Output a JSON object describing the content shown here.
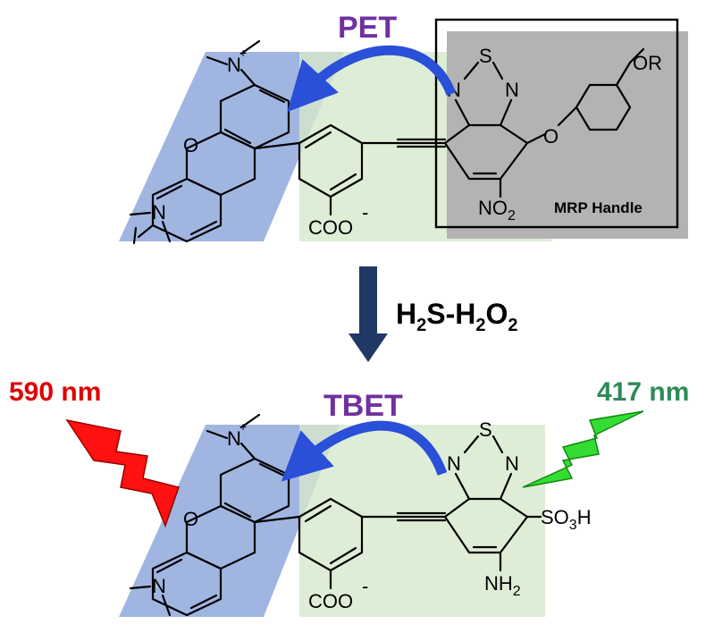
{
  "labels": {
    "pet": "PET",
    "tbet": "TBET",
    "reagent_main": "H",
    "reagent_sub1": "2",
    "reagent_mid": "S-H",
    "reagent_sub2": "2",
    "reagent_o": "O",
    "reagent_sub3": "2",
    "wavelength_emission": "590 nm",
    "wavelength_excitation": "417 nm",
    "mrp_handle": "MRP Handle"
  },
  "atoms": {
    "n_plus": "N",
    "plus": "+",
    "o_ring": "O",
    "n_amine": "N",
    "coo": "COO",
    "minus": "-",
    "s": "S",
    "n": "N",
    "o_ether": "O",
    "or": "OR",
    "no": "NO",
    "no_sub": "2",
    "so3h_1": "SO",
    "so3h_sub": "3",
    "so3h_2": "H",
    "nh": "NH",
    "nh_sub": "2"
  },
  "colors": {
    "pet_text": "#7030A0",
    "tbet_text": "#7030A0",
    "emission_text": "#E00000",
    "excitation_text": "#2E8B57",
    "blue_panel": "#8FA9DC",
    "green_panel": "#D6E8CC",
    "curved_arrow": "#2A4FD8",
    "reaction_arrow": "#1F3864",
    "red_bolt": "#FF0000",
    "green_bolt": "#33DD33"
  }
}
